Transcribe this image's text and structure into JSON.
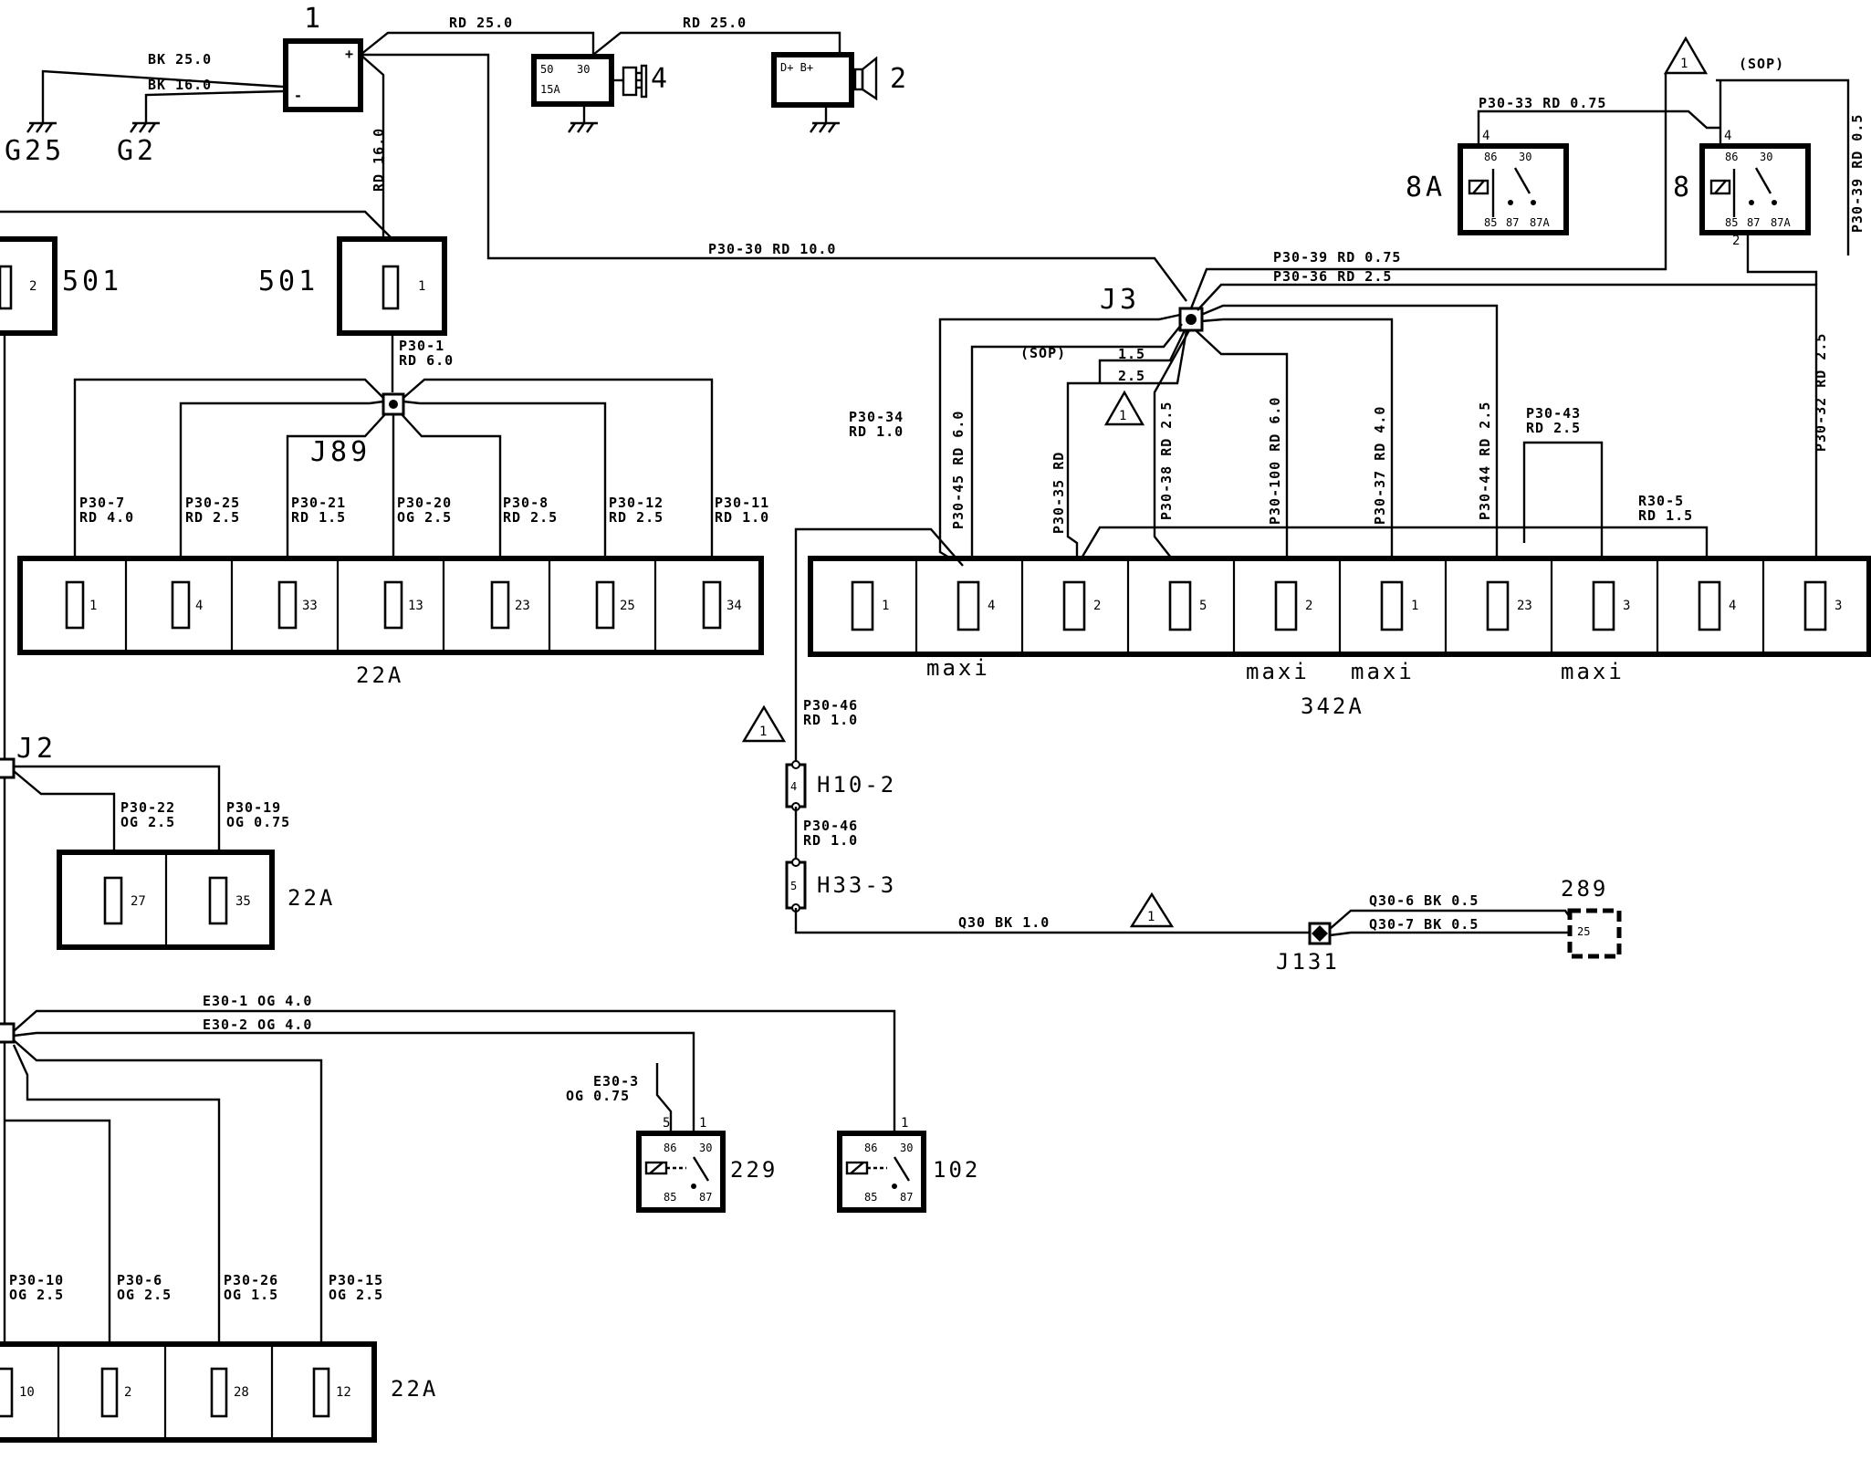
{
  "components": {
    "battery": "1",
    "starter": "4",
    "alternator": "2",
    "ground_g25": "G25",
    "ground_g2": "G2",
    "fuse_501_left": "501",
    "fuse_501_right": "501",
    "junction_j89": "J89",
    "junction_j3": "J3",
    "junction_j2": "J2",
    "junction_j131": "J131",
    "fuseblock_top": "22A",
    "fuseblock_mid": "22A",
    "fuseblock_bottom": "22A",
    "fuseblock_maxi": "342A",
    "relay_8a": "8A",
    "relay_8": "8",
    "relay_229": "229",
    "relay_102": "102",
    "connector_h10": "H10-2",
    "connector_h33": "H33-3",
    "connector_289": "289"
  },
  "pins": {
    "battery_plus": "+",
    "battery_minus": "-",
    "starter_50": "50",
    "starter_30": "30",
    "starter_15a": "15A",
    "alternator": "D+  B+",
    "fuse_501_left": "2",
    "fuse_501_right": "1",
    "h10": "4",
    "h33": "5",
    "connector_289": "25",
    "relay_86": "86",
    "relay_30": "30",
    "relay_85": "85",
    "relay_87": "87",
    "relay_87a": "87A",
    "relay_8a_in": "4",
    "relay_8_in": "4",
    "relay_8_out": "2",
    "relay_229_5": "5",
    "relay_229_1": "1",
    "relay_102_1": "1"
  },
  "notes": {
    "triangle": "1",
    "sop": "(SOP)",
    "maxi": "maxi",
    "sop_15": "1.5",
    "sop_25": "2.5"
  },
  "wires": {
    "bk25": "BK 25.0",
    "bk16": "BK 16.0",
    "rd25_a": "RD 25.0",
    "rd25_b": "RD 25.0",
    "rd16": "RD 16.0",
    "p30_30": "P30-30  RD 10.0",
    "p30_1a": "P30-1",
    "p30_1b": "RD 6.0",
    "p30_33": "P30-33  RD 0.75",
    "p30_39_top": "P30-39  RD 0.5",
    "p30_39": "P30-39  RD 0.75",
    "p30_36": "P30-36  RD 2.5",
    "p30_34a": "P30-34",
    "p30_34b": "RD  1.0",
    "p30_45": "P30-45  RD 6.0",
    "p30_35": "P30-35  RD",
    "p30_38": "P30-38  RD 2.5",
    "p30_100": "P30-100  RD 6.0",
    "p30_37": "P30-37  RD 4.0",
    "p30_44": "P30-44  RD 2.5",
    "p30_43a": "P30-43",
    "p30_43b": "RD 2.5",
    "p30_32": "P30-32  RD 2.5",
    "r30_5a": "R30-5",
    "r30_5b": "RD 1.5",
    "p30_46a": "P30-46",
    "p30_46b": "RD 1.0",
    "p30_46c": "P30-46",
    "p30_46d": "RD 1.0",
    "q30": "Q30  BK 1.0",
    "q30_6": "Q30-6  BK  0.5",
    "q30_7": "Q30-7  BK  0.5",
    "p30_22a": "P30-22",
    "p30_22b": "OG 2.5",
    "p30_19a": "P30-19",
    "p30_19b": "OG 0.75",
    "e30_1": "E30-1  OG 4.0",
    "e30_2": "E30-2  OG 4.0",
    "e30_3a": "E30-3",
    "e30_3b": "OG 0.75",
    "p30_10a": "P30-10",
    "p30_10b": "OG 2.5",
    "p30_6a": "P30-6",
    "p30_6b": "OG 2.5",
    "p30_26a": "P30-26",
    "p30_26b": "OG 1.5",
    "p30_15a": "P30-15",
    "p30_15b": "OG 2.5"
  },
  "fuseblock_top": [
    {
      "pin": "1",
      "wire1": "P30-7",
      "wire2": "RD 4.0"
    },
    {
      "pin": "4",
      "wire1": "P30-25",
      "wire2": "RD 2.5"
    },
    {
      "pin": "33",
      "wire1": "P30-21",
      "wire2": "RD 1.5"
    },
    {
      "pin": "13",
      "wire1": "P30-20",
      "wire2": "OG 2.5"
    },
    {
      "pin": "23",
      "wire1": "P30-8",
      "wire2": "RD 2.5"
    },
    {
      "pin": "25",
      "wire1": "P30-12",
      "wire2": "RD 2.5"
    },
    {
      "pin": "34",
      "wire1": "P30-11",
      "wire2": "RD 1.0"
    }
  ],
  "fuseblock_mid": [
    "27",
    "35"
  ],
  "fuseblock_maxi": [
    "1",
    "4",
    "2",
    "5",
    "2",
    "1",
    "23",
    "3",
    "4",
    "3"
  ],
  "fuseblock_bottom": [
    "10",
    "2",
    "28",
    "12"
  ]
}
